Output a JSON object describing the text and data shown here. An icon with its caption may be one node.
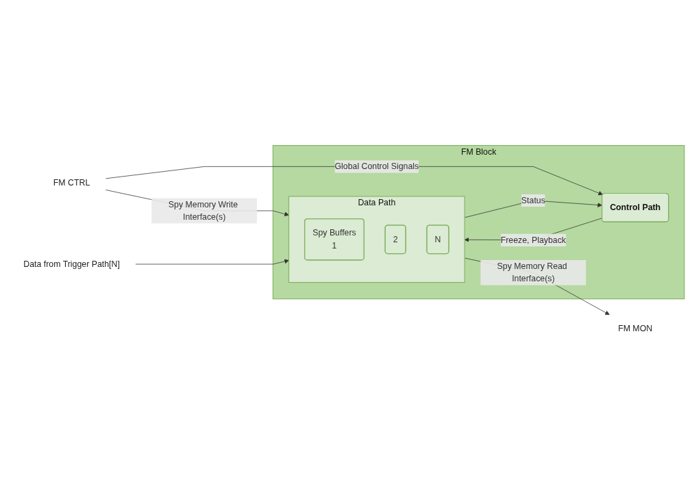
{
  "diagram": {
    "nodes": [
      {
        "text": [
          "FM Block"
        ]
      },
      {
        "text": [
          "Control Path"
        ],
        "in": 0
      },
      {
        "text": [
          "Data Path"
        ],
        "in": 0
      },
      {
        "text": [
          "Spy Buffers",
          "1"
        ],
        "in": 2
      },
      {
        "text": [
          "2"
        ],
        "in": 2
      },
      {
        "text": [
          "N"
        ],
        "in": 2
      },
      {
        "text": [
          "FM CTRL"
        ]
      },
      {
        "text": [
          "Data from Trigger Path[N]"
        ]
      },
      {
        "text": [
          "FM MON"
        ]
      }
    ],
    "edges": [
      {
        "from": 6,
        "to": 1,
        "arrow": "to",
        "label": "Global Control Signals"
      },
      {
        "from": 6,
        "to": 2,
        "arrow": "to",
        "label": "Spy Memory Write Interface(s)"
      },
      {
        "from": 7,
        "to": 2,
        "arrow": "to"
      },
      {
        "from": 2,
        "to": 8,
        "arrow": "to",
        "label": "Spy Memory Read Interface(s)"
      },
      {
        "from": 1,
        "to": 2,
        "arrow": "to",
        "label": "Freeze, Playback"
      },
      {
        "from": 2,
        "to": 1,
        "arrow": "to",
        "label": "Status"
      }
    ]
  }
}
